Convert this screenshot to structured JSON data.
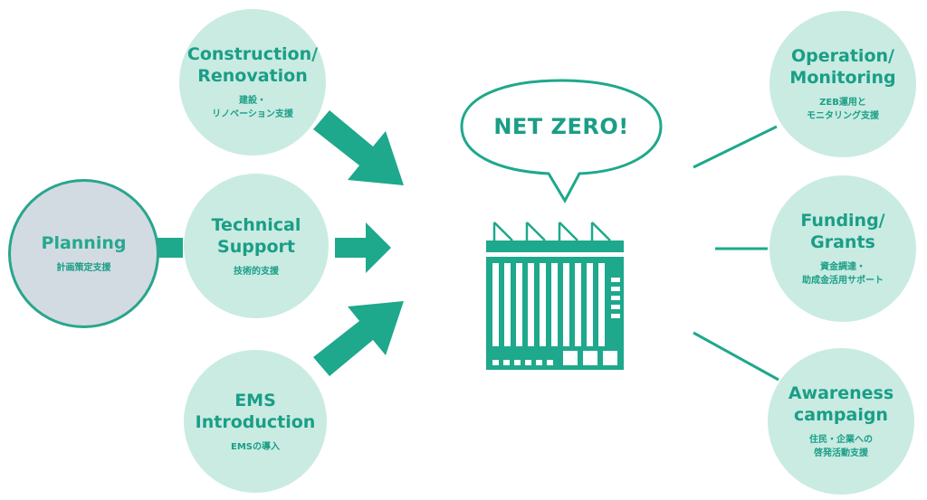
{
  "colors": {
    "teal": "#1ea88c",
    "teal_text": "#1a9e86",
    "circle_fill": "#c9ebe2",
    "planning_fill": "#d3dbe2",
    "planning_border": "#2aa58d"
  },
  "center": {
    "speech": "NET ZERO!",
    "building_icon": "solar-building-icon"
  },
  "nodes": {
    "planning": {
      "title": "Planning",
      "sub": "計画策定支援"
    },
    "construction": {
      "title": "Construction/\nRenovation",
      "sub": "建設・\nリノベーション支援"
    },
    "technical": {
      "title": "Technical\nSupport",
      "sub": "技術的支援"
    },
    "ems": {
      "title": "EMS\nIntroduction",
      "sub": "EMSの導入"
    },
    "operation": {
      "title": "Operation/\nMonitoring",
      "sub": "ZEB運用と\nモニタリング支援"
    },
    "funding": {
      "title": "Funding/\nGrants",
      "sub": "資金調達・\n助成金活用サポート"
    },
    "awareness": {
      "title": "Awareness\ncampaign",
      "sub": "住民・企業への\n啓発活動支援"
    }
  }
}
